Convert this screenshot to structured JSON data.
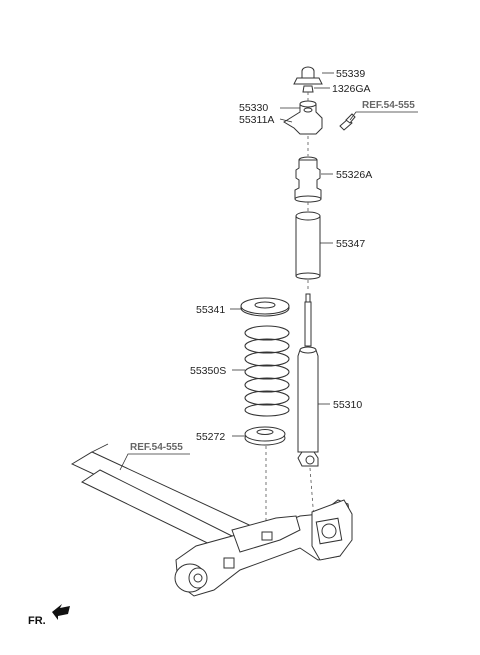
{
  "labels": {
    "p55339": "55339",
    "p1326GA": "1326GA",
    "p55330": "55330",
    "p55311A": "55311A",
    "p55326A": "55326A",
    "p55347": "55347",
    "p55341": "55341",
    "p55350S": "55350S",
    "p55310": "55310",
    "p55272": "55272"
  },
  "references": {
    "ref_upper": "REF.54-555",
    "ref_lower": "REF.54-555"
  },
  "direction": {
    "front_label": "FR."
  }
}
